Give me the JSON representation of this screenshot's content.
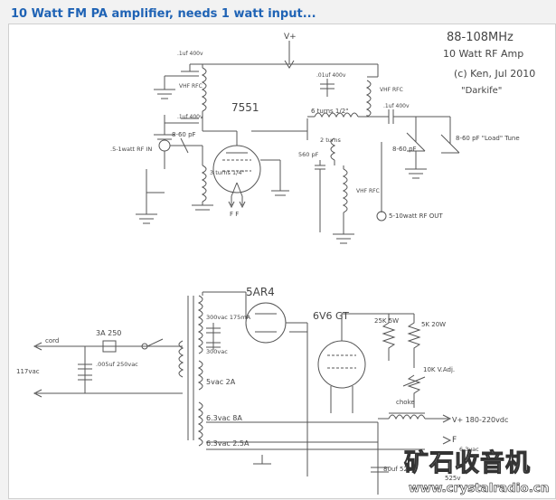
{
  "post": {
    "title": "10 Watt FM PA amplifier, needs 1 watt input..."
  },
  "schematic": {
    "header_freq": "88-108MHz",
    "header_title": "10 Watt RF Amp",
    "header_author": "(c) Ken, Jul 2010",
    "header_nick": "\"Darkife\"",
    "labels": {
      "vplus_top": "V+",
      "cap_top1": ".1uf 400v",
      "cap_top2": ".1uf 400v",
      "vhf_rfc_left": "VHF RFC",
      "vhf_rfc_right": "VHF RFC",
      "vhf_rfc_lower": "VHF RFC",
      "tube_top": "7551",
      "cap_trim_in": "8-60 pF",
      "rf_in": ".5-1watt RF IN",
      "coil_3turns": "3 turns 1/4\"",
      "filament": "F F",
      "coil_6turns": "6 turns 1/2\"",
      "coil_2turns": "2 turns",
      "cap_560": "560 pF",
      "cap_01_400v": ".01uf 400v",
      "cap_1uf_right": ".1uf 400v",
      "cap_trim_load": "8-60 pF",
      "cap_trim_tune": "8-60 pF \"Load\" Tune",
      "rf_out": "5-10watt RF OUT",
      "rect_tube": "5AR4",
      "out_tube": "6V6 GT",
      "cap_300_1": "300vac 175mA",
      "cap_300_2": "300vac",
      "fuse": "3A 250",
      "power_cord": "cord",
      "cap_005": ".005uf 250vac",
      "mains": "117vac",
      "voltage_5vac": "5vac 2A",
      "resistor_25k": "25K 5W",
      "resistor_5k": "5K 20W",
      "pot_10k": "10K V.Adj.",
      "choke": "choke",
      "vplus_out": "V+ 180-220vdc",
      "heater_63_8a": "6.3vac 8A",
      "heater_63_25a": "6.3vac 2.5A",
      "filament_f": "F",
      "heater_out": "6.3vac",
      "cap_bottom": "80uf 525v",
      "cap_bottom2": "525v"
    }
  },
  "watermark": {
    "cn": "矿石收音机",
    "url": "www.crystalradio.cn"
  }
}
